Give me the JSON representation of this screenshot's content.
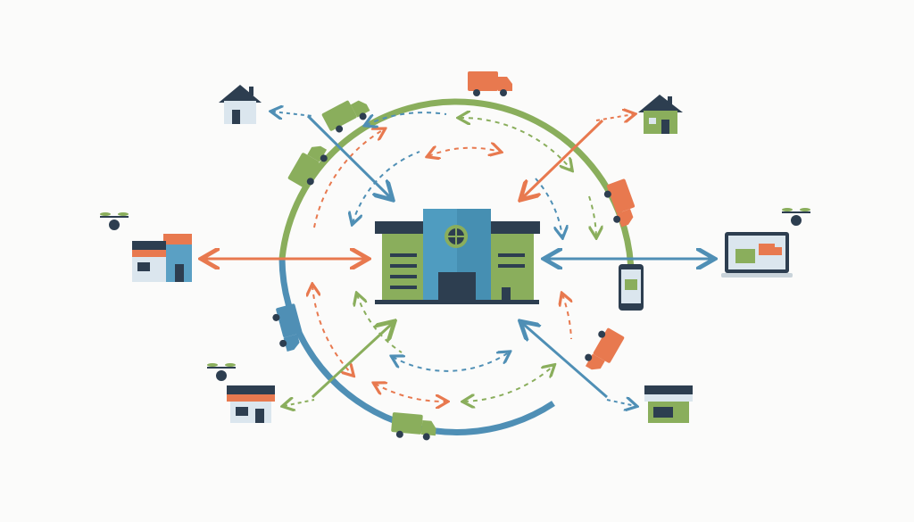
{
  "diagram": {
    "subject": "distribution-network",
    "hub": "central-warehouse",
    "nodes": [
      "house-top-left",
      "house-top-right",
      "storefront-left",
      "laptop-store-right",
      "smartphone",
      "shop-bottom-left",
      "shop-bottom-right",
      "drone-left",
      "drone-bottom-left",
      "drone-right"
    ],
    "vehicles": [
      "truck-top-orange",
      "truck-top-green",
      "truck-left-green",
      "truck-right-orange",
      "truck-lower-right-orange",
      "truck-lower-left-blue",
      "truck-bottom-green"
    ]
  },
  "colors": {
    "green": "#8aae5c",
    "blue": "#4f8fb5",
    "orange": "#e8794f",
    "navy": "#2d3e50",
    "background": "#fbfbfa"
  }
}
